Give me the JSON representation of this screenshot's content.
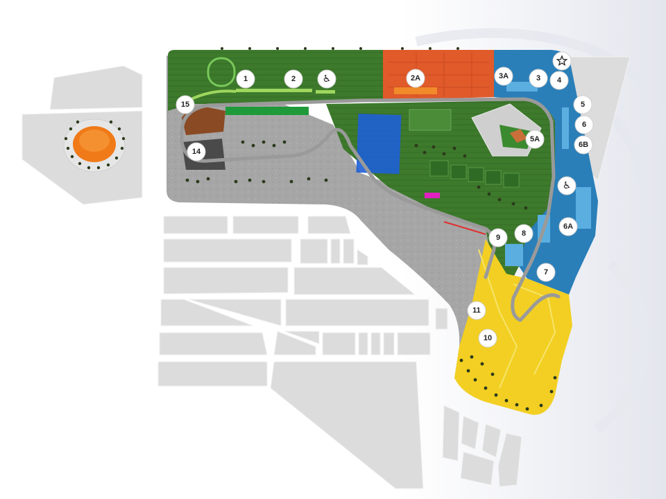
{
  "zone_colors": {
    "green": "#3f7a2e",
    "orange": "#e05a2a",
    "blue": "#2a7fb8",
    "yellow": "#f2cf22",
    "gray": "#a8a8a8",
    "stadium": "#f07a18",
    "block": "#dcdcdc"
  },
  "markers": [
    {
      "id": "1",
      "label": "1",
      "icon": ""
    },
    {
      "id": "2",
      "label": "2",
      "icon": ""
    },
    {
      "id": "acc1",
      "label": "",
      "icon": "wheelchair-icon"
    },
    {
      "id": "2A",
      "label": "2A",
      "icon": ""
    },
    {
      "id": "3A",
      "label": "3A",
      "icon": ""
    },
    {
      "id": "3",
      "label": "3",
      "icon": ""
    },
    {
      "id": "4",
      "label": "4",
      "icon": ""
    },
    {
      "id": "star",
      "label": "",
      "icon": "star-icon"
    },
    {
      "id": "5",
      "label": "5",
      "icon": ""
    },
    {
      "id": "6",
      "label": "6",
      "icon": ""
    },
    {
      "id": "6B",
      "label": "6B",
      "icon": ""
    },
    {
      "id": "5A",
      "label": "5A",
      "icon": ""
    },
    {
      "id": "acc2",
      "label": "",
      "icon": "wheelchair-icon"
    },
    {
      "id": "6A",
      "label": "6A",
      "icon": ""
    },
    {
      "id": "8",
      "label": "8",
      "icon": ""
    },
    {
      "id": "9",
      "label": "9",
      "icon": ""
    },
    {
      "id": "7",
      "label": "7",
      "icon": ""
    },
    {
      "id": "11",
      "label": "11",
      "icon": ""
    },
    {
      "id": "10",
      "label": "10",
      "icon": ""
    },
    {
      "id": "15",
      "label": "15",
      "icon": ""
    },
    {
      "id": "14",
      "label": "14",
      "icon": ""
    }
  ]
}
